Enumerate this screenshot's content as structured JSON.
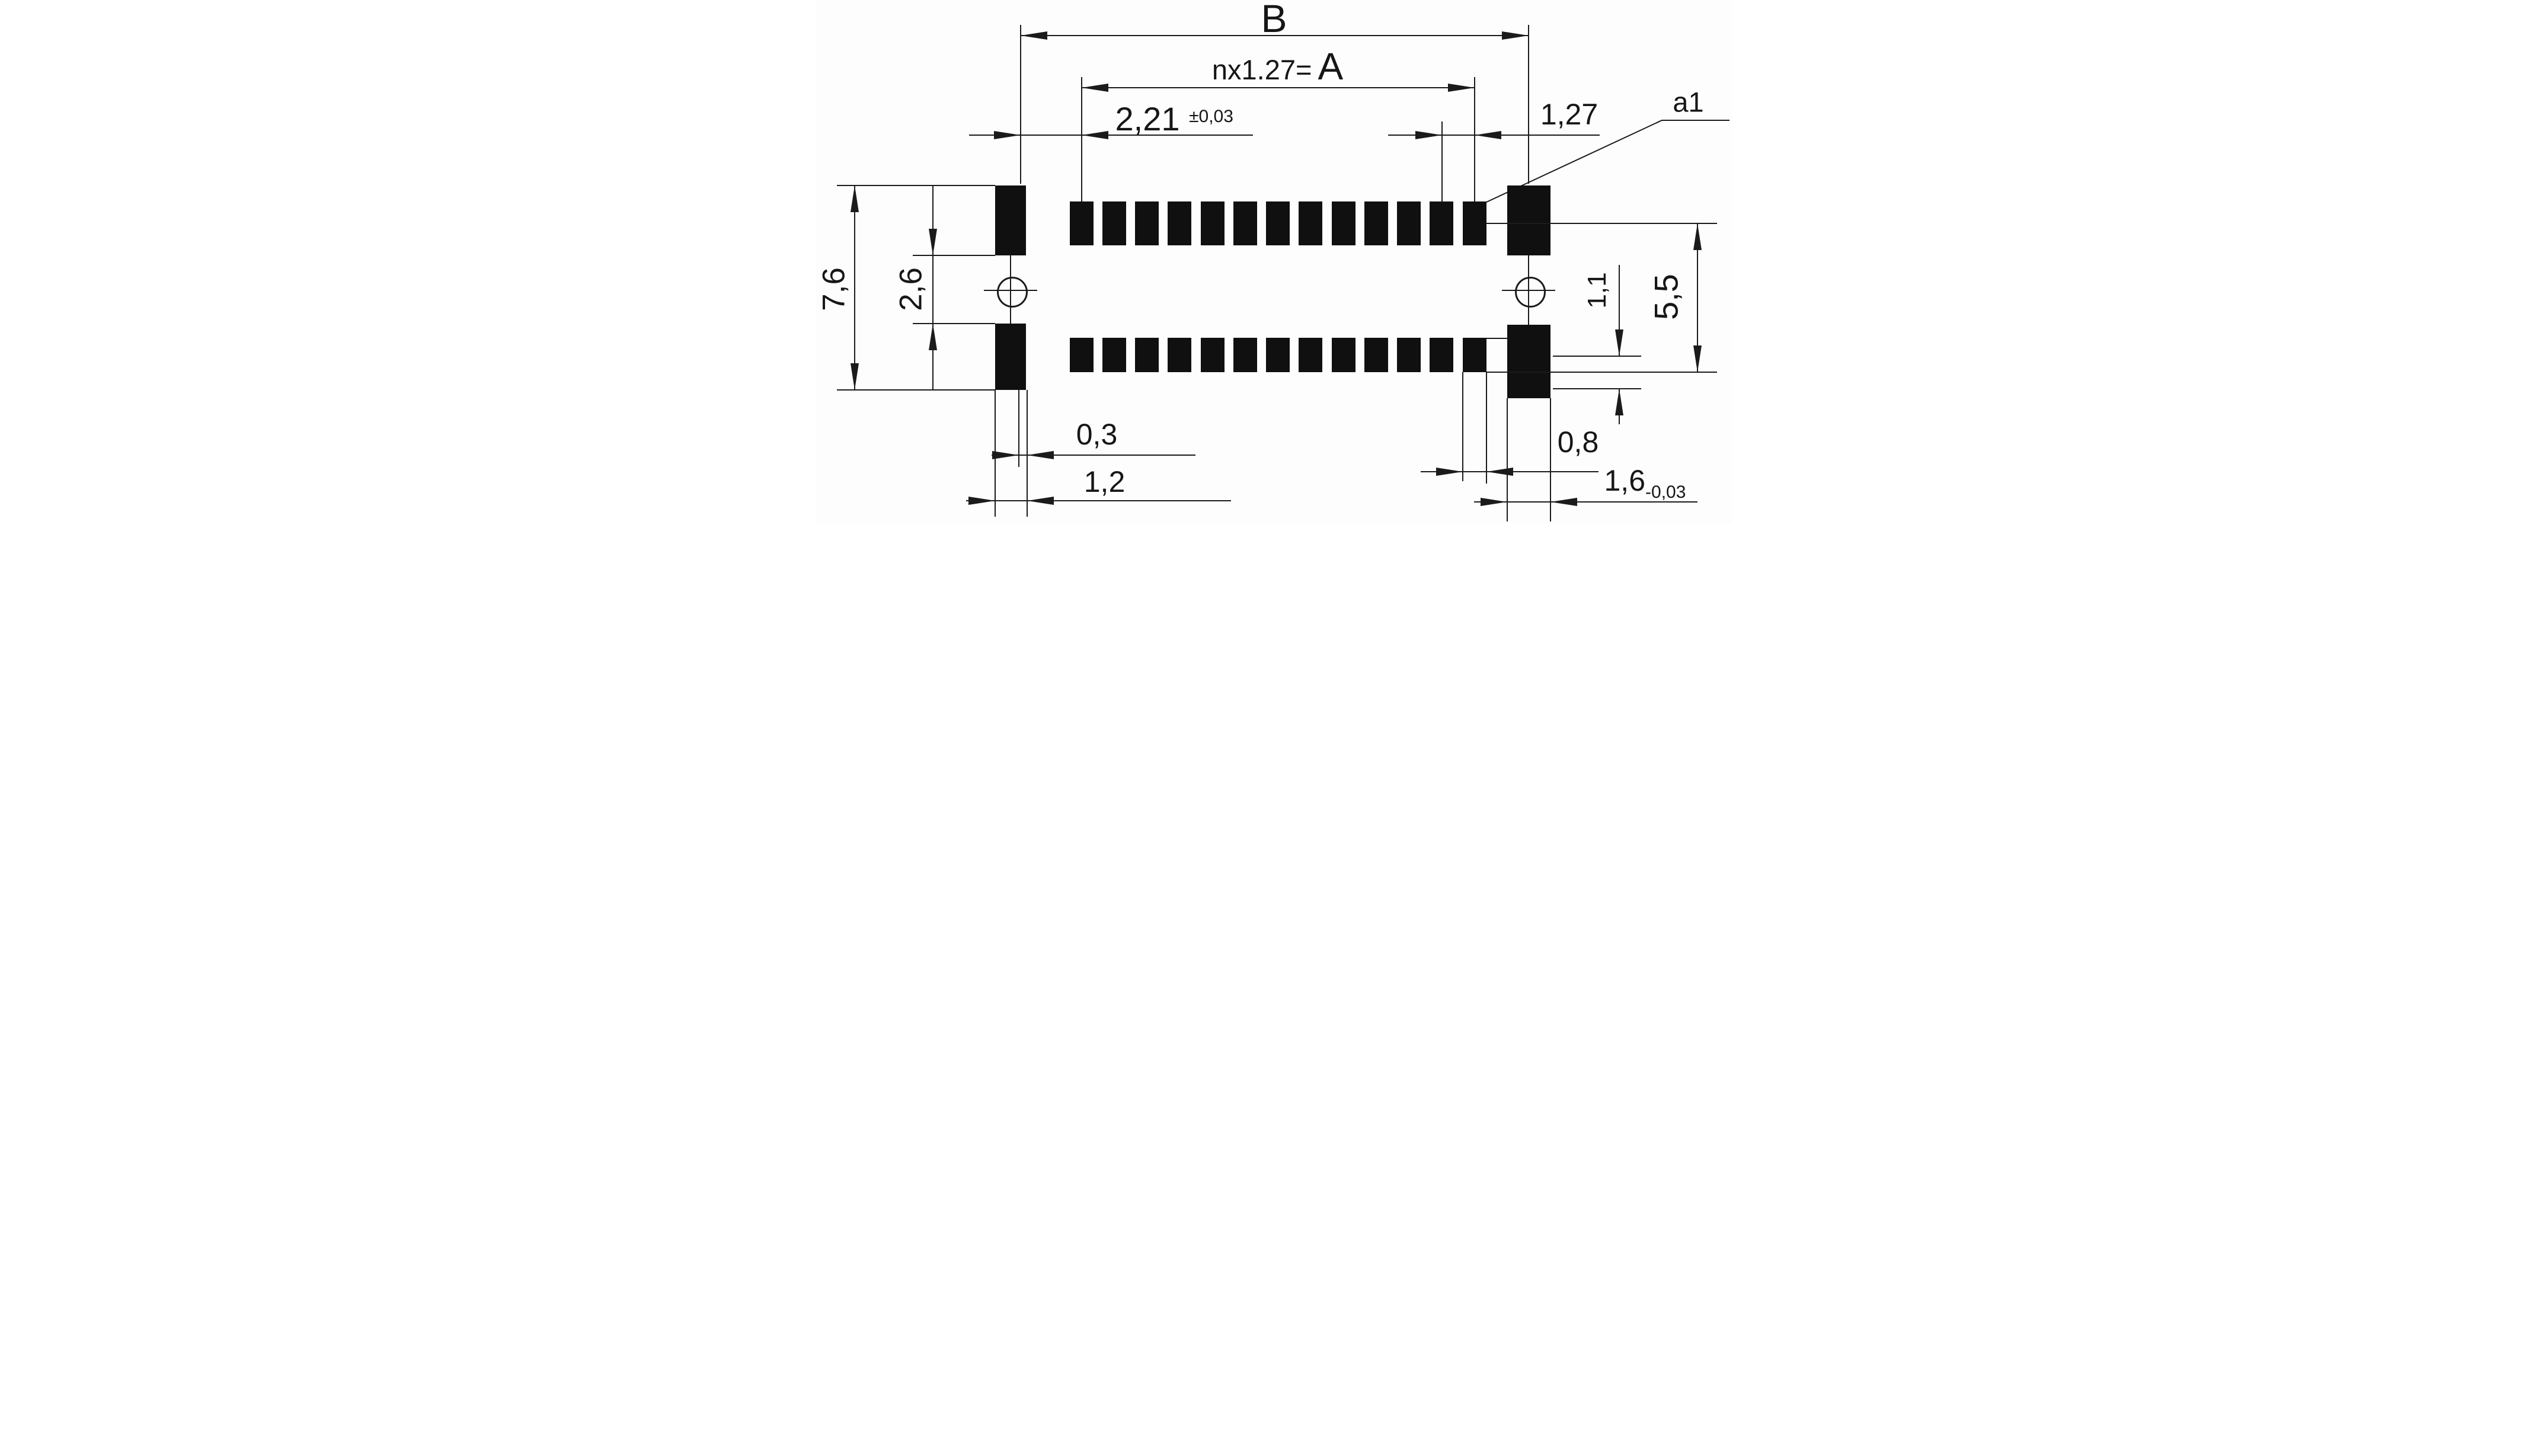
{
  "drawing": {
    "type": "technical-dimension-drawing",
    "subject": "SMD connector solder-pad footprint (land pattern)",
    "ink_color": "#1b1b1b",
    "background_color": "#fdfdfd",
    "labels": {
      "overall_width": "B",
      "pitch_formula_prefix": "nx1.27=",
      "pitch_formula_total": "A",
      "end_offset_value": "2,21",
      "end_offset_tolerance": "±0,03",
      "last_pitch": "1,27",
      "pad_reference": "a1",
      "outer_row_span": "7,6",
      "row_gap": "2,6",
      "inner_offset": "1,1",
      "pad_row_span": "5,5",
      "left_pad_gap": "0,3",
      "left_pad_width": "1,2",
      "small_pad_width": "0,8",
      "corner_pad_width_value": "1,6",
      "corner_pad_width_tolerance": "-0,03"
    },
    "pads": {
      "small_pad_columns": 13,
      "small_pad_rows": 2,
      "corner_pads": 4,
      "alignment_holes": 2
    }
  }
}
